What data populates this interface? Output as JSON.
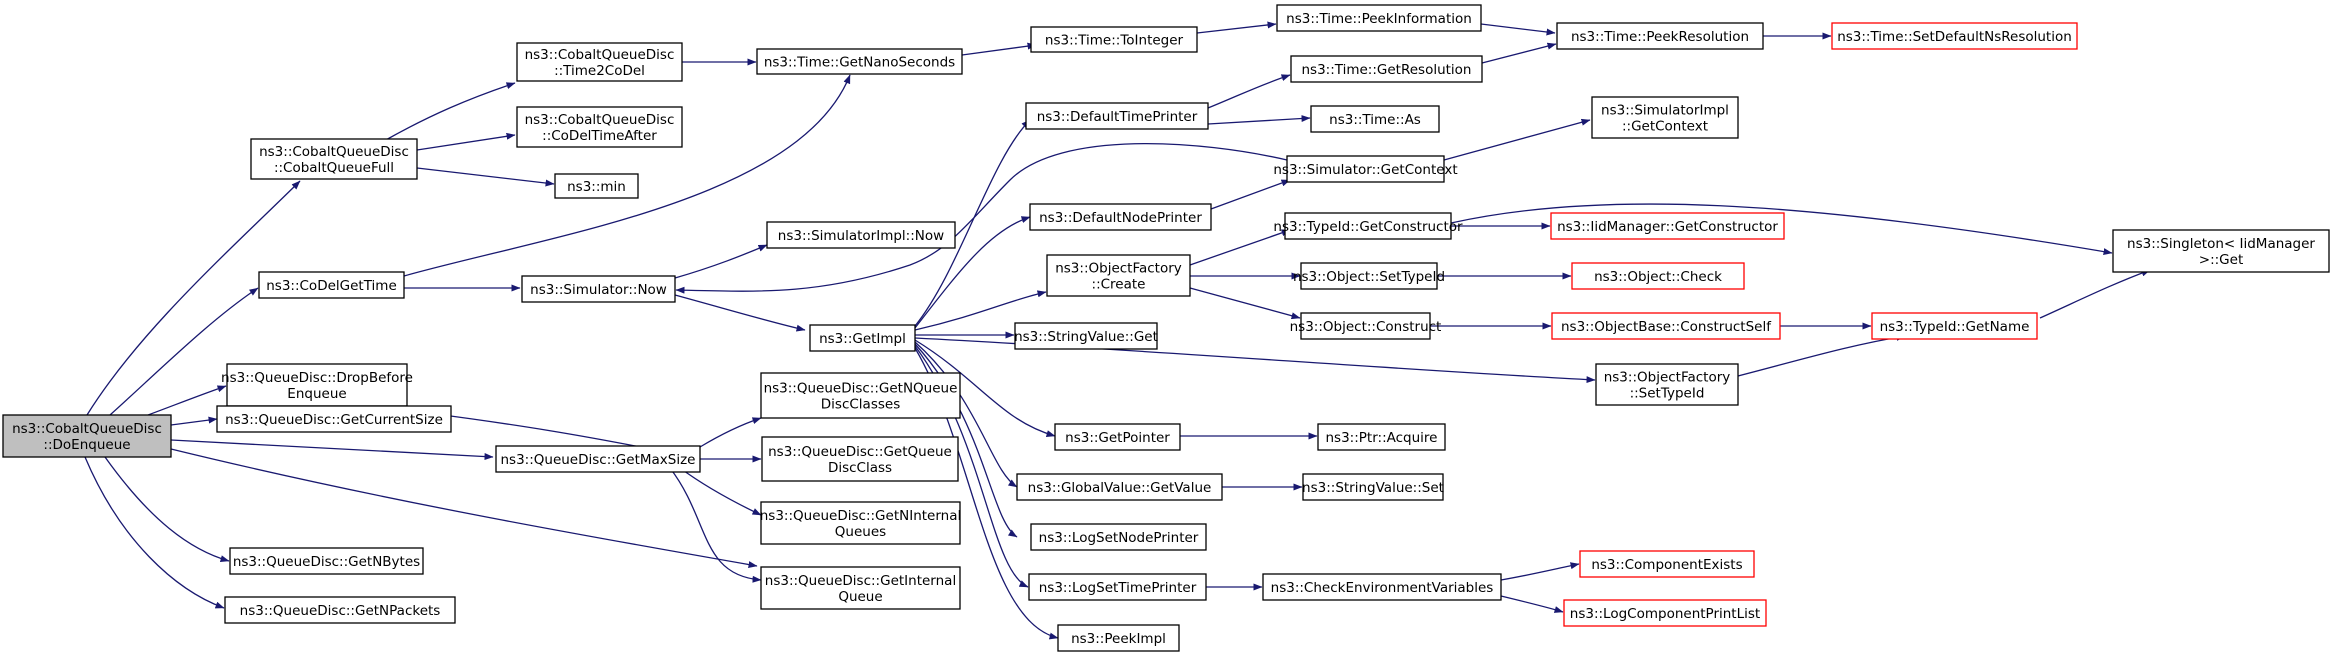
{
  "colors": {
    "edge": "#191970",
    "node_border": "#000000",
    "root_fill": "#bfbfbf",
    "external_border": "#ff0000",
    "background": "#ffffff"
  },
  "nodes": {
    "doenqueue": {
      "lines": [
        "ns3::CobaltQueueDisc",
        "::DoEnqueue"
      ]
    },
    "cobaltqueuefull": {
      "lines": [
        "ns3::CobaltQueueDisc",
        "::CobaltQueueFull"
      ]
    },
    "codelgettime": {
      "lines": [
        "ns3::CoDelGetTime"
      ]
    },
    "dropbeforeenqueue": {
      "lines": [
        "ns3::QueueDisc::DropBefore",
        "Enqueue"
      ]
    },
    "getcurrentsize": {
      "lines": [
        "ns3::QueueDisc::GetCurrentSize"
      ]
    },
    "getnbytes": {
      "lines": [
        "ns3::QueueDisc::GetNBytes"
      ]
    },
    "getnpackets": {
      "lines": [
        "ns3::QueueDisc::GetNPackets"
      ]
    },
    "time2codel": {
      "lines": [
        "ns3::CobaltQueueDisc",
        "::Time2CoDel"
      ]
    },
    "codeltimeafter": {
      "lines": [
        "ns3::CobaltQueueDisc",
        "::CoDelTimeAfter"
      ]
    },
    "min": {
      "lines": [
        "ns3::min"
      ]
    },
    "simnow": {
      "lines": [
        "ns3::Simulator::Now"
      ]
    },
    "getmaxsize": {
      "lines": [
        "ns3::QueueDisc::GetMaxSize"
      ]
    },
    "getnanoseconds": {
      "lines": [
        "ns3::Time::GetNanoSeconds"
      ]
    },
    "simimplnow": {
      "lines": [
        "ns3::SimulatorImpl::Now"
      ]
    },
    "getimpl": {
      "lines": [
        "ns3::GetImpl"
      ]
    },
    "getnqueuediscclasses": {
      "lines": [
        "ns3::QueueDisc::GetNQueue",
        "DiscClasses"
      ]
    },
    "getqueuediscclass": {
      "lines": [
        "ns3::QueueDisc::GetQueue",
        "DiscClass"
      ]
    },
    "getninternalqueues": {
      "lines": [
        "ns3::QueueDisc::GetNInternal",
        "Queues"
      ]
    },
    "getinternalqueue": {
      "lines": [
        "ns3::QueueDisc::GetInternal",
        "Queue"
      ]
    },
    "tointeger": {
      "lines": [
        "ns3::Time::ToInteger"
      ]
    },
    "defaulttimeprinter": {
      "lines": [
        "ns3::DefaultTimePrinter"
      ]
    },
    "defaultnodeprinter": {
      "lines": [
        "ns3::DefaultNodePrinter"
      ]
    },
    "objectfactorycreate": {
      "lines": [
        "ns3::ObjectFactory",
        "::Create"
      ]
    },
    "stringvalueget": {
      "lines": [
        "ns3::StringValue::Get"
      ]
    },
    "getpointer": {
      "lines": [
        "ns3::GetPointer"
      ]
    },
    "globalvaluegetvalue": {
      "lines": [
        "ns3::GlobalValue::GetValue"
      ]
    },
    "logsetnodeprinter": {
      "lines": [
        "ns3::LogSetNodePrinter"
      ]
    },
    "logsettimeprinter": {
      "lines": [
        "ns3::LogSetTimePrinter"
      ]
    },
    "peekimpl": {
      "lines": [
        "ns3::PeekImpl"
      ]
    },
    "peekinformation": {
      "lines": [
        "ns3::Time::PeekInformation"
      ]
    },
    "getresolution": {
      "lines": [
        "ns3::Time::GetResolution"
      ]
    },
    "timeas": {
      "lines": [
        "ns3::Time::As"
      ]
    },
    "simgetcontext": {
      "lines": [
        "ns3::Simulator::GetContext"
      ]
    },
    "typeidgetconstructor": {
      "lines": [
        "ns3::TypeId::GetConstructor"
      ]
    },
    "objectsettypeid": {
      "lines": [
        "ns3::Object::SetTypeId"
      ]
    },
    "objectconstruct": {
      "lines": [
        "ns3::Object::Construct"
      ]
    },
    "objectfactorysettypeid": {
      "lines": [
        "ns3::ObjectFactory",
        "::SetTypeId"
      ]
    },
    "ptracquire": {
      "lines": [
        "ns3::Ptr::Acquire"
      ]
    },
    "stringvalueset": {
      "lines": [
        "ns3::StringValue::Set"
      ]
    },
    "checkenvvars": {
      "lines": [
        "ns3::CheckEnvironmentVariables"
      ]
    },
    "peekresolution": {
      "lines": [
        "ns3::Time::PeekResolution"
      ]
    },
    "simimplgetcontext": {
      "lines": [
        "ns3::SimulatorImpl",
        "::GetContext"
      ]
    },
    "iidmanagergetconstructor": {
      "lines": [
        "ns3::IidManager::GetConstructor"
      ]
    },
    "objectcheck": {
      "lines": [
        "ns3::Object::Check"
      ]
    },
    "objectbaseconstructself": {
      "lines": [
        "ns3::ObjectBase::ConstructSelf"
      ]
    },
    "componentexists": {
      "lines": [
        "ns3::ComponentExists"
      ]
    },
    "logcomponentprintlist": {
      "lines": [
        "ns3::LogComponentPrintList"
      ]
    },
    "setdefaultnsresolution": {
      "lines": [
        "ns3::Time::SetDefaultNsResolution"
      ]
    },
    "typeidgetname": {
      "lines": [
        "ns3::TypeId::GetName"
      ]
    },
    "singletonget": {
      "lines": [
        "ns3::Singleton< IidManager",
        " >::Get"
      ]
    }
  }
}
